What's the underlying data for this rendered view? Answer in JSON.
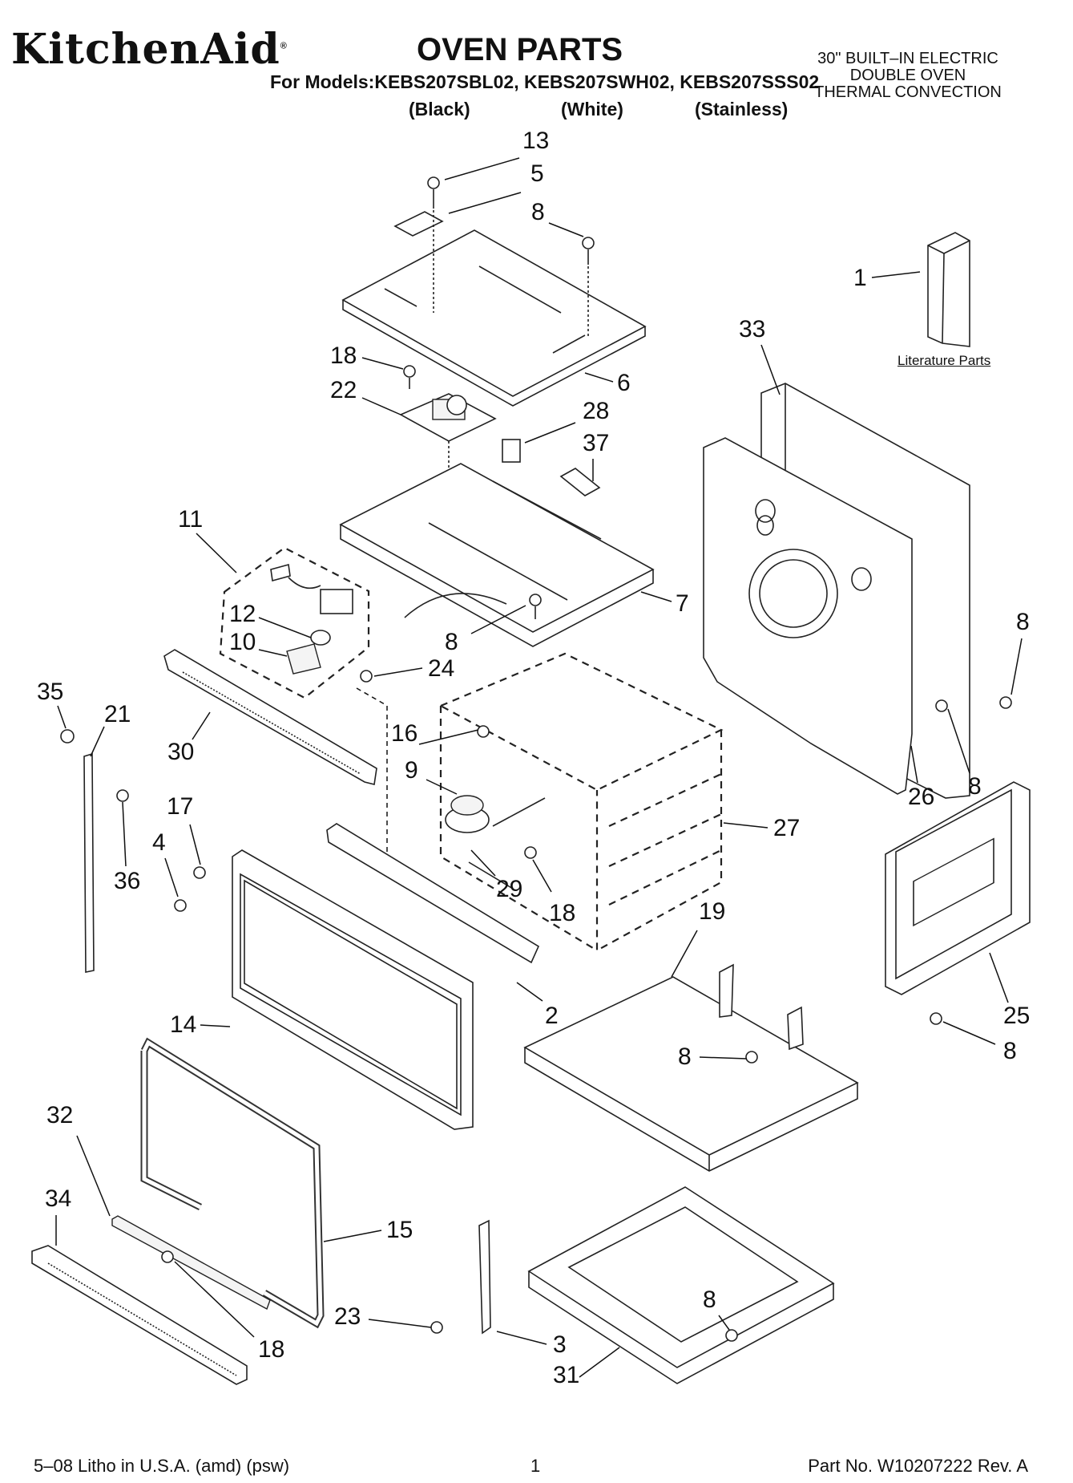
{
  "header": {
    "brand": "KitchenAid",
    "brand_mark": "®",
    "title": "OVEN PARTS",
    "models_line": "For Models:KEBS207SBL02, KEBS207SWH02, KEBS207SSS02",
    "variant_black": "(Black)",
    "variant_white": "(White)",
    "variant_stainless": "(Stainless)",
    "desc_line1": "30\" BUILT–IN ELECTRIC",
    "desc_line2": "DOUBLE OVEN",
    "desc_line3": "THERMAL CONVECTION"
  },
  "literature_label": "Literature Parts",
  "callouts": [
    "13",
    "5",
    "8",
    "1",
    "33",
    "18",
    "6",
    "22",
    "28",
    "37",
    "11",
    "7",
    "12",
    "10",
    "8",
    "8",
    "24",
    "35",
    "21",
    "30",
    "16",
    "9",
    "27",
    "26",
    "8",
    "17",
    "4",
    "36",
    "29",
    "18",
    "19",
    "2",
    "14",
    "25",
    "8",
    "8",
    "32",
    "34",
    "15",
    "23",
    "18",
    "8",
    "3",
    "31"
  ],
  "footer": {
    "left": "5–08 Litho in U.S.A. (amd) (psw)",
    "page": "1",
    "right": "Part No. W10207222 Rev. A"
  }
}
